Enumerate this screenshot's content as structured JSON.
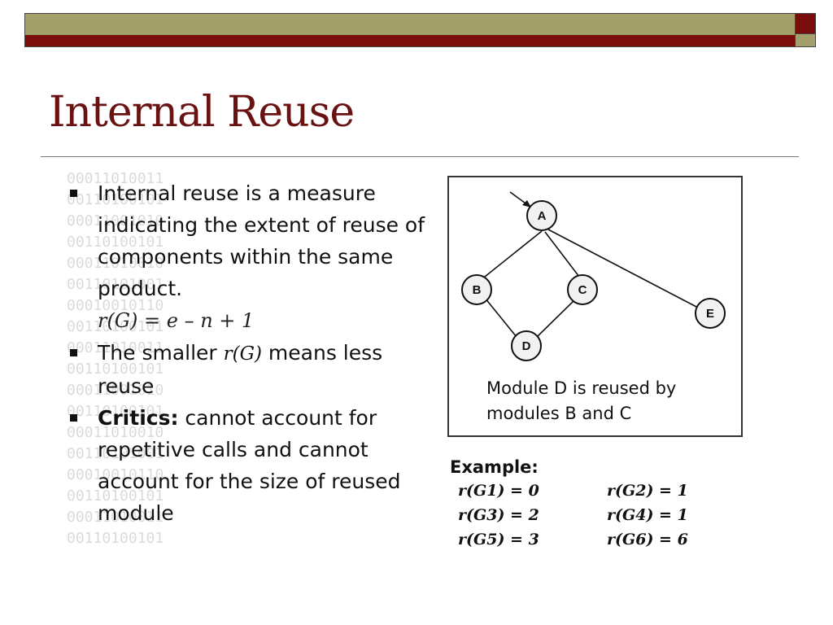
{
  "slide": {
    "title": "Internal Reuse",
    "colors": {
      "olive": "#a3a06b",
      "maroon": "#7a0c0c",
      "title": "#6a1212"
    }
  },
  "bullets": {
    "b1": "Internal reuse is a measure indicating the extent of reuse of components within the same product.",
    "formula": "r(G) = e – n + 1",
    "b2_pre": "The smaller ",
    "b2_ital": "r(G)",
    "b2_post": " means less reuse",
    "b3_bold": "Critics:",
    "b3_rest": " cannot account for repetitive calls and cannot account for the size of reused module"
  },
  "diagram": {
    "nodes": {
      "a": "A",
      "b": "B",
      "c": "C",
      "d": "D",
      "e": "E"
    },
    "caption_line1": "Module D is reused by",
    "caption_line2": "modules B and C"
  },
  "example": {
    "title": "Example:",
    "items": [
      "r(G1) = 0",
      "r(G2) = 1",
      "r(G3) = 2",
      "r(G4) = 1",
      "r(G5) = 3",
      "r(G6) = 6"
    ]
  }
}
